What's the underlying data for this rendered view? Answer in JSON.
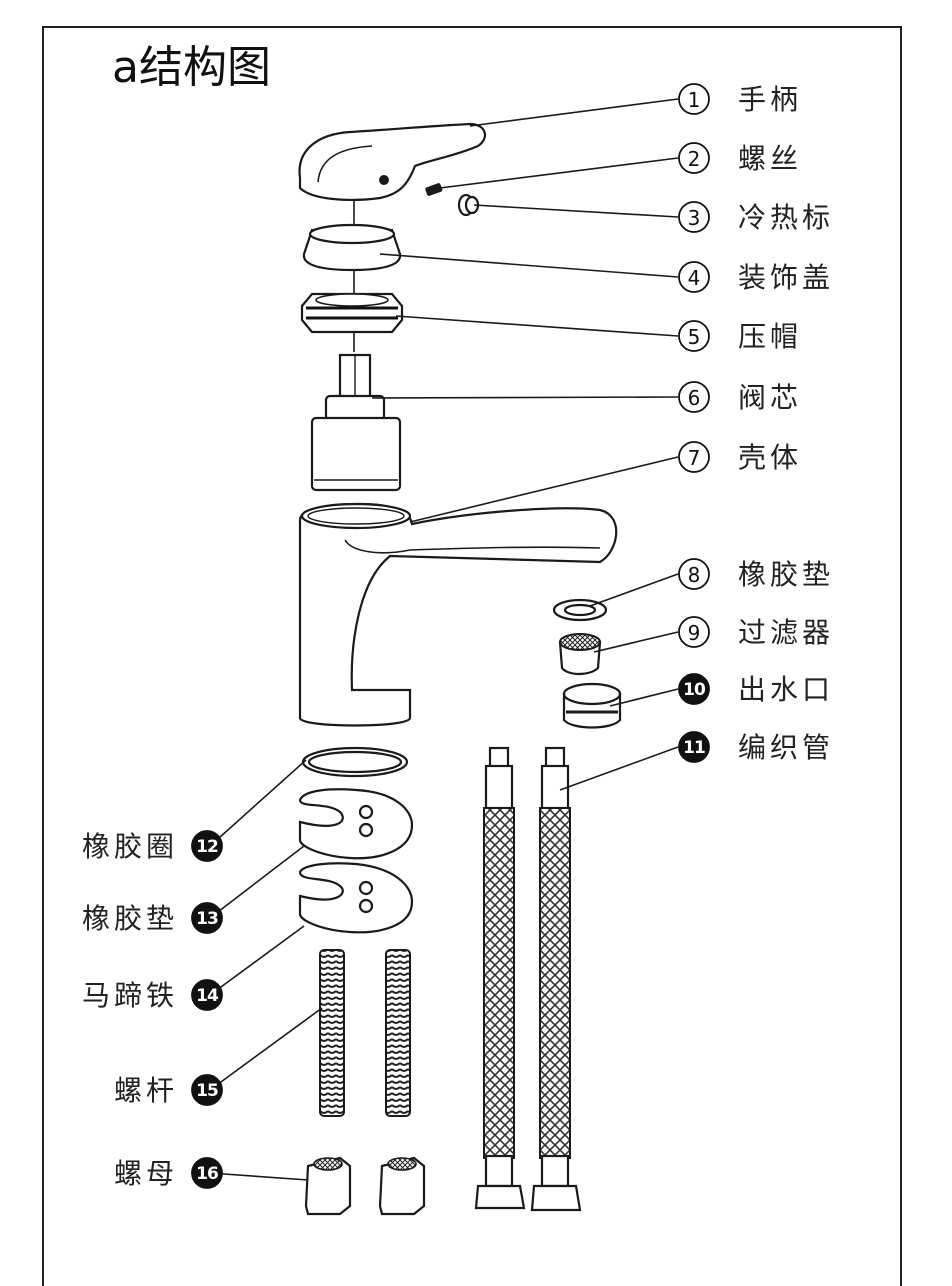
{
  "title": "a结构图",
  "parts_right": [
    {
      "num": "1",
      "label": "手柄",
      "style": "outline"
    },
    {
      "num": "2",
      "label": "螺丝",
      "style": "outline"
    },
    {
      "num": "3",
      "label": "冷热标",
      "style": "outline"
    },
    {
      "num": "4",
      "label": "装饰盖",
      "style": "outline"
    },
    {
      "num": "5",
      "label": "压帽",
      "style": "outline"
    },
    {
      "num": "6",
      "label": "阀芯",
      "style": "outline"
    },
    {
      "num": "7",
      "label": "壳体",
      "style": "outline"
    },
    {
      "num": "8",
      "label": "橡胶垫",
      "style": "outline"
    },
    {
      "num": "9",
      "label": "过滤器",
      "style": "outline"
    },
    {
      "num": "10",
      "label": "出水口",
      "style": "filled"
    },
    {
      "num": "11",
      "label": "编织管",
      "style": "filled"
    }
  ],
  "parts_left": [
    {
      "num": "12",
      "label": "橡胶圈",
      "style": "filled"
    },
    {
      "num": "13",
      "label": "橡胶垫",
      "style": "filled"
    },
    {
      "num": "14",
      "label": "马蹄铁",
      "style": "filled"
    },
    {
      "num": "15",
      "label": "螺杆",
      "style": "filled"
    },
    {
      "num": "16",
      "label": "螺母",
      "style": "filled"
    }
  ],
  "colors": {
    "line": "#1a1a1a",
    "background": "#ffffff"
  }
}
